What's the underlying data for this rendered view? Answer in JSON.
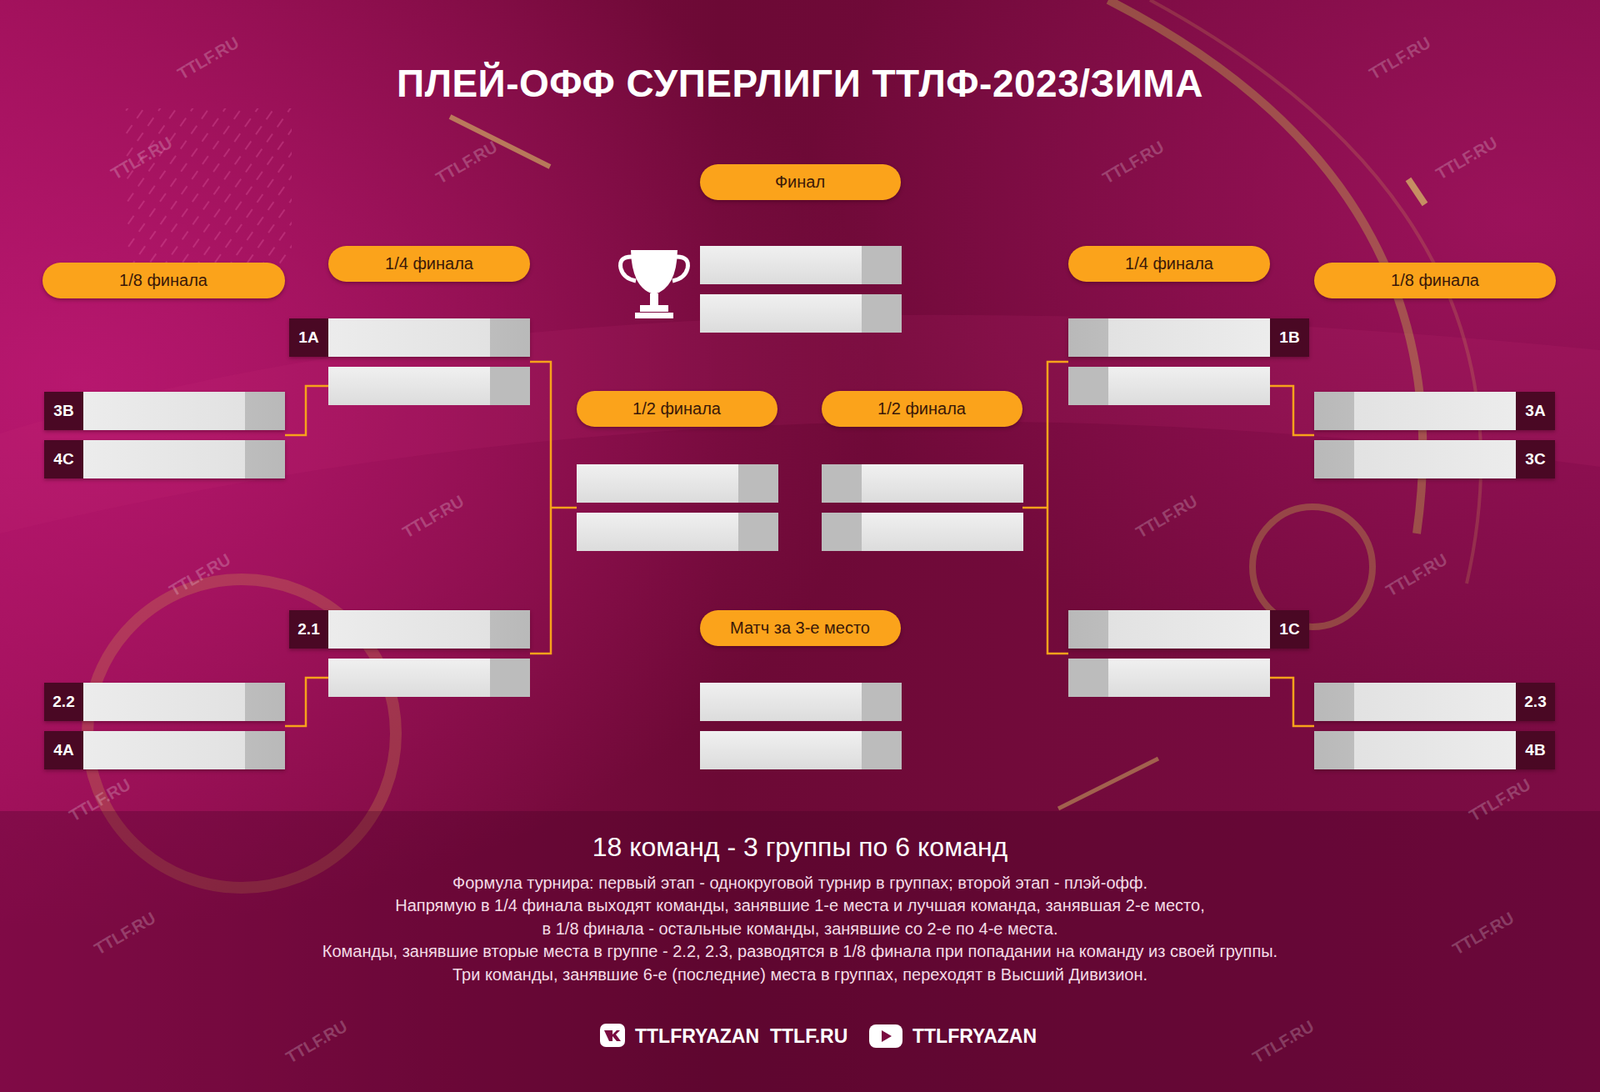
{
  "diagram": {
    "title": "ПЛЕЙ-ОФФ СУПЕРЛИГИ ТТЛФ-2023/ЗИМА",
    "nodes": [
      {
        "text": [
          "1/8 финала"
        ]
      },
      {
        "text": [
          "1/4 финала"
        ]
      },
      {
        "text": [
          "Финал"
        ]
      },
      {
        "text": [
          "1/4 финала"
        ]
      },
      {
        "text": [
          "1/8 финала"
        ]
      },
      {
        "text": [
          "1A"
        ]
      },
      {
        "text": [
          "1B"
        ]
      },
      {
        "text": [
          "3B"
        ]
      },
      {
        "text": [
          "1/2 финала"
        ]
      },
      {
        "text": [
          "1/2 финала"
        ]
      },
      {
        "text": [
          "3A"
        ]
      },
      {
        "text": [
          "4C"
        ]
      },
      {
        "text": [
          "3C"
        ]
      },
      {
        "text": [
          "2.1"
        ]
      },
      {
        "text": [
          "1C"
        ]
      },
      {
        "text": [
          "Матч за 3-е место"
        ]
      },
      {
        "text": [
          "2.2"
        ]
      },
      {
        "text": [
          "2.3"
        ]
      },
      {
        "text": [
          "4A"
        ]
      },
      {
        "text": [
          "4B"
        ]
      }
    ],
    "labels": [
      "18 команд - 3 группы по 6 команд",
      "Формула турнира: первый этап - однокруговой турнир в группах; второй этап - плэй-офф.",
      "Напрямую в 1/4 финала выходят команды, занявшие 1-е места и лучшая команда, занявшая 2-е место,",
      "в 1/8 финала - остальные команды, занявшие со 2-е по 4-е места.",
      "Команды, занявшие вторые места в группе - 2.2, 2.3, разводятся в 1/8 финала при попадании на команду из своей группы.",
      "Три команды, занявшие 6-е (последние) места в группах, переходят в Высший Дивизион.",
      "TTLFRYAZAN",
      "TTLF.RU",
      "TTLFRYAZAN",
      "TTLF.RU",
      "TTLF.RU",
      "TTLF.RU",
      "TTLF.RU",
      "TTLF.RU",
      "TTLF.RU",
      "TTLF.RU",
      "TTLF.RU",
      "TTLF.RU",
      "TTLF.RU",
      "TTLF.RU",
      "TTLF.RU",
      "TTLF.RU",
      "TTLF.RU",
      "TTLF.RU",
      "TTLF.RU"
    ]
  }
}
